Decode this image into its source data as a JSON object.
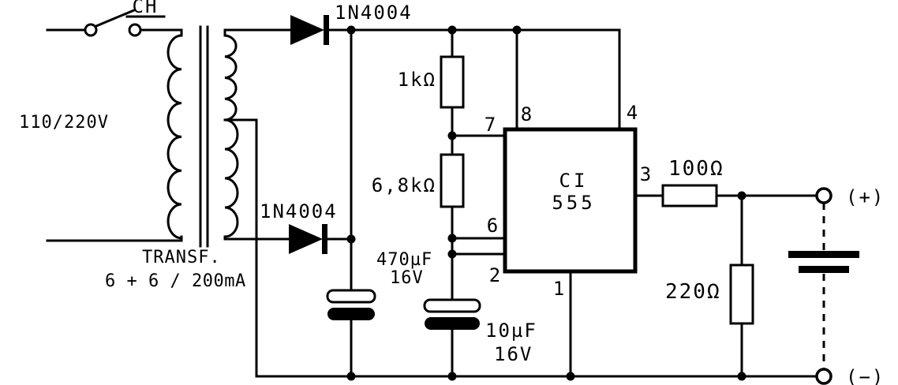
{
  "schematic": {
    "power": {
      "switch_label": "CH",
      "mains_label": "110/220V"
    },
    "transformer": {
      "name": "TRANSF.",
      "rating": "6 + 6 / 200mA"
    },
    "diodes": {
      "top": "1N4004",
      "bottom": "1N4004"
    },
    "resistors": {
      "r1": "1kΩ",
      "r2": "6,8kΩ",
      "r3": "100Ω",
      "r4": "220Ω"
    },
    "capacitors": {
      "filter": {
        "value": "470µF",
        "voltage": "16V"
      },
      "timing": {
        "value": "10µF",
        "voltage": "16V"
      }
    },
    "ic": {
      "line1": "CI",
      "line2": "555",
      "pins": {
        "p1": "1",
        "p2": "2",
        "p3": "3",
        "p4": "4",
        "p6": "6",
        "p7": "7",
        "p8": "8"
      }
    },
    "outputs": {
      "positive": "(+)",
      "negative": "(−)"
    }
  },
  "colors": {
    "ink": "#000000",
    "paper": "#ffffff"
  }
}
